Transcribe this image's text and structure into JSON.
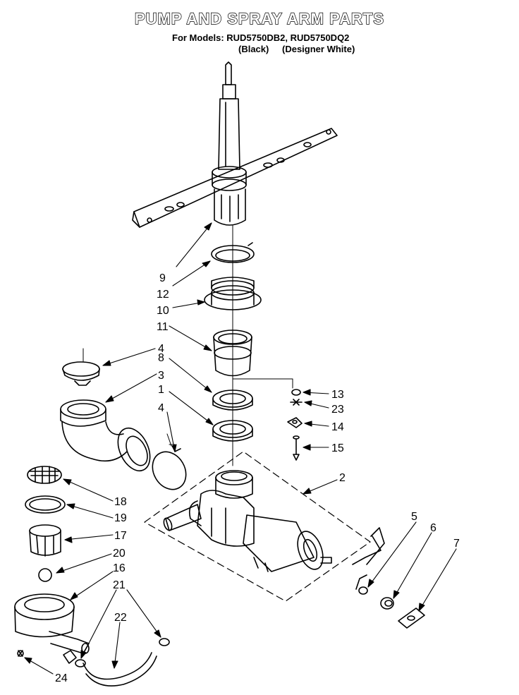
{
  "header": {
    "title": "PUMP AND SPRAY ARM PARTS",
    "models_line": "For Models: RUD5750DB2, RUD5750DQ2",
    "variant_black": "(Black)",
    "variant_white": "(Designer White)"
  },
  "callouts": [
    "9",
    "12",
    "10",
    "11",
    "4",
    "8",
    "3",
    "1",
    "4",
    "13",
    "23",
    "14",
    "15",
    "2",
    "18",
    "19",
    "17",
    "20",
    "16",
    "21",
    "22",
    "24",
    "5",
    "6",
    "7"
  ]
}
